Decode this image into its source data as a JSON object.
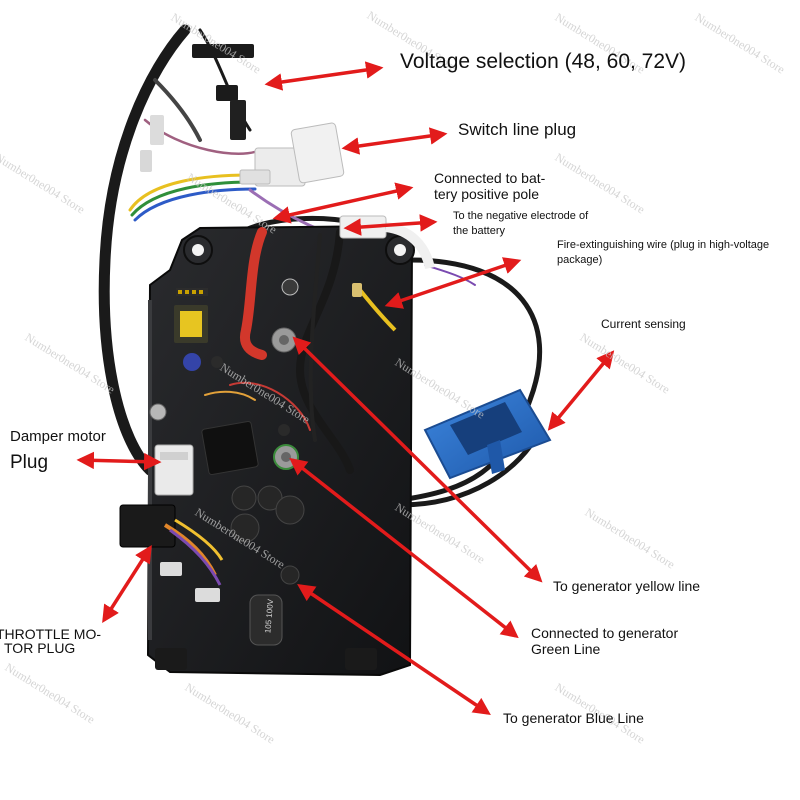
{
  "labels": {
    "voltage": "Voltage selection (48, 60, 72V)",
    "switch": "Switch line plug",
    "positive_l1": "Connected to bat-",
    "positive_l2": "tery positive pole",
    "negative_l1": "To the negative electrode of",
    "negative_l2": "the battery",
    "fire_l1": "Fire-extinguishing wire (plug in high-voltage",
    "fire_l2": "package)",
    "current": "Current sensing",
    "damper": "Damper motor",
    "plug": "Plug",
    "throttle_l1": "THROTTLE MO-",
    "throttle_l2": "TOR PLUG",
    "yellow": "To generator yellow line",
    "green_l1": "Connected to generator",
    "green_l2": "Green Line",
    "blue": "To generator Blue Line"
  },
  "watermark": "Number0ne004 Store",
  "component_text": {
    "capacitor": "105 100V"
  },
  "colors": {
    "arrow": "#e21b1b",
    "housing": "#1c1d1f",
    "sensor": "#2468c4",
    "red_cable": "#d2372b",
    "connector": "#ececec"
  }
}
